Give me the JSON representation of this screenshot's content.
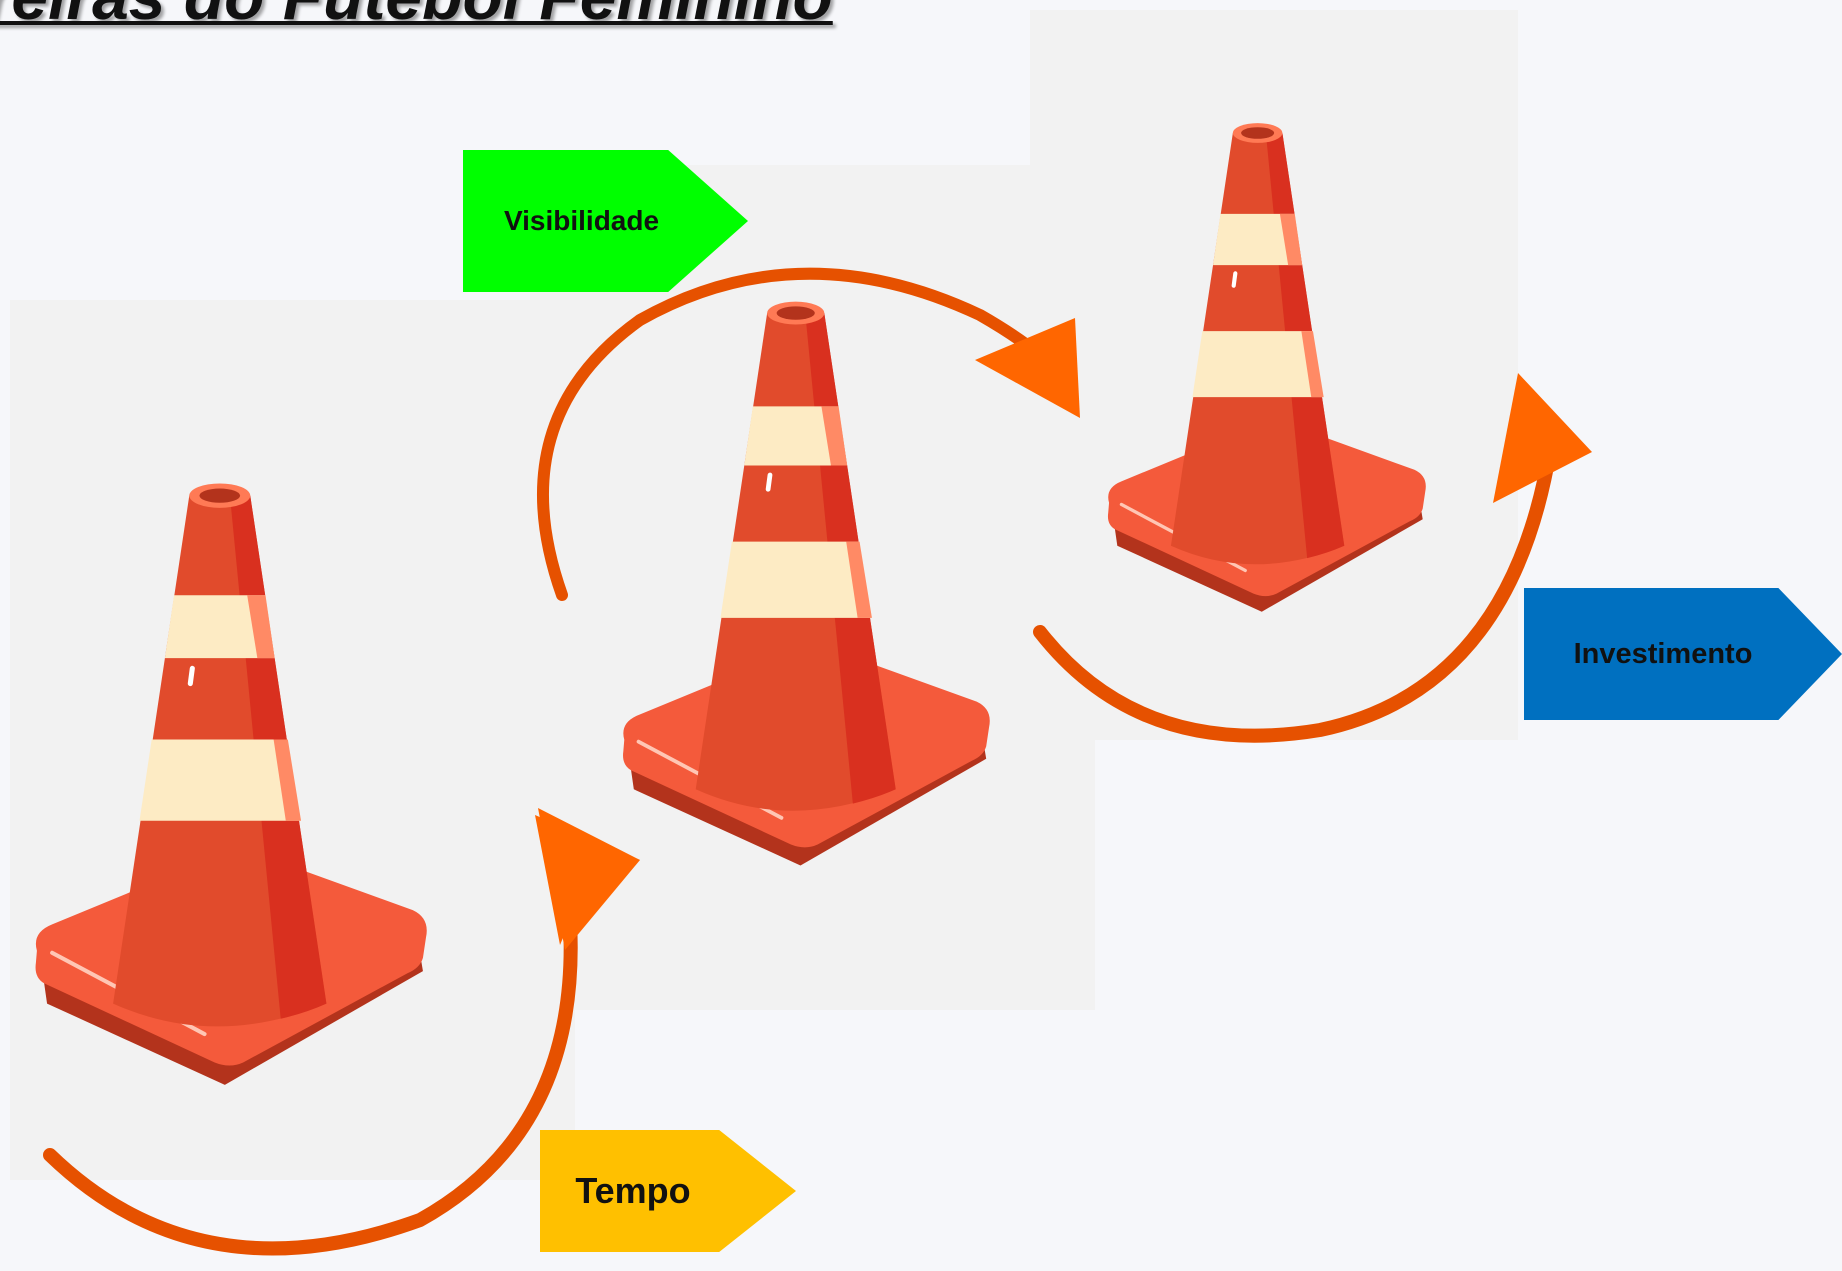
{
  "title": "rreiras do Futebol Feminino",
  "labels": {
    "visibilidade": "Visibilidade",
    "investimento": "Investimento",
    "tempo": "Tempo"
  },
  "colors": {
    "visibilidade": "#00ff00",
    "investimento": "#0070c0",
    "tempo": "#ffc000",
    "arrow": "#ff6600",
    "cone_orange": "#e14b2c",
    "cone_stripe": "#fdebc4"
  }
}
